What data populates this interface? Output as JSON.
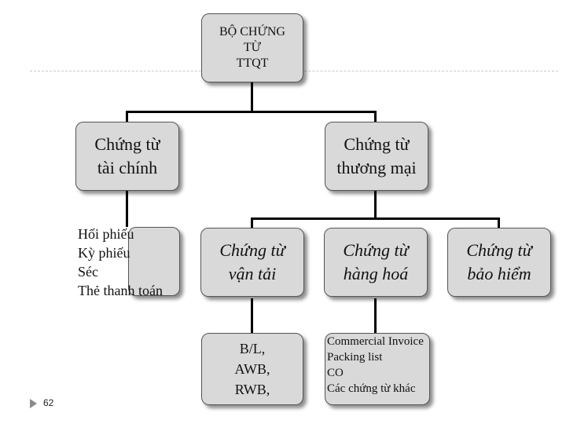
{
  "root": {
    "line1": "BỘ CHỨNG",
    "line2": "TỪ",
    "line3": "TTQT"
  },
  "financial": {
    "line1": "Chứng từ",
    "line2": "tài chính"
  },
  "commercial": {
    "line1": "Chứng từ",
    "line2": "thương mại"
  },
  "financial_items": [
    "Hối phiếu",
    "Kỳ phiếu",
    "Séc",
    "Thẻ thanh toán"
  ],
  "transport": {
    "line1": "Chứng từ",
    "line2": "vận tải"
  },
  "goods": {
    "line1": "Chứng từ",
    "line2": "hàng hoá"
  },
  "insurance": {
    "line1": "Chứng từ",
    "line2": "bảo hiểm"
  },
  "transport_docs": [
    "B/L,",
    "AWB,",
    "RWB,"
  ],
  "goods_docs": [
    "Commercial Invoice",
    "Packing list",
    "CO",
    "Các chứng từ khác"
  ],
  "page_number": "62",
  "colors": {
    "box_fill": "#d9d9d9",
    "box_border": "#555555",
    "connector": "#000000"
  }
}
